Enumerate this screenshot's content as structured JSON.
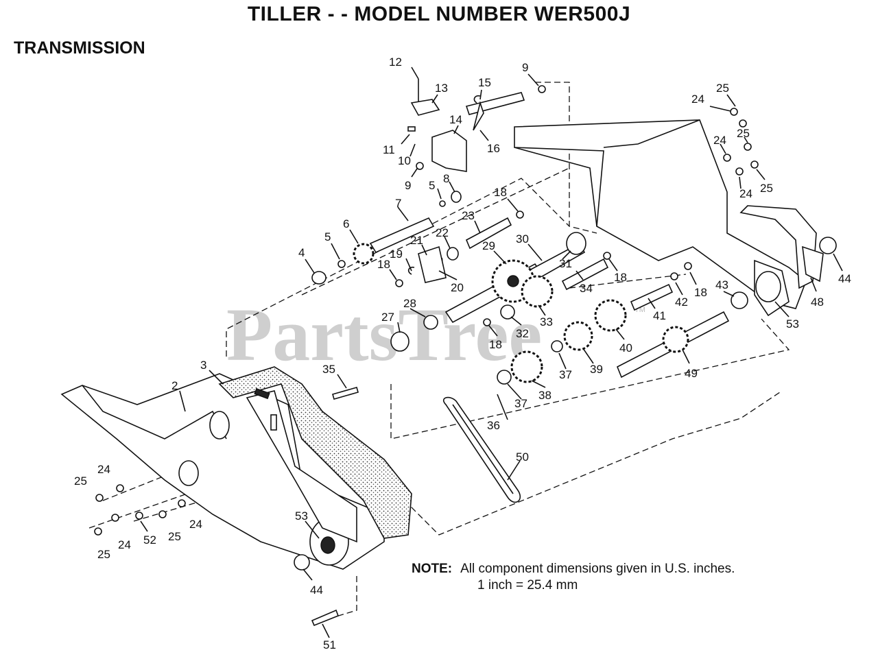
{
  "title": "TILLER - - MODEL NUMBER WER500J",
  "section": "TRANSMISSION",
  "watermark": "PartsTree",
  "watermark_tm": "TM",
  "note": {
    "label": "NOTE:",
    "line1": "All component dimensions given in U.S. inches.",
    "line2": "1 inch = 25.4 mm"
  },
  "callouts": {
    "c2": "2",
    "c3": "3",
    "c4": "4",
    "c5a": "5",
    "c5b": "5",
    "c6": "6",
    "c7": "7",
    "c8": "8",
    "c9a": "9",
    "c9b": "9",
    "c10": "10",
    "c11": "11",
    "c12": "12",
    "c13": "13",
    "c14": "14",
    "c15": "15",
    "c16": "16",
    "c18a": "18",
    "c18b": "18",
    "c18c": "18",
    "c18d": "18",
    "c18e": "18",
    "c19": "19",
    "c20": "20",
    "c21": "21",
    "c22": "22",
    "c23": "23",
    "c24a": "24",
    "c24b": "24",
    "c24c": "24",
    "c24d": "24",
    "c24e": "24",
    "c24f": "24",
    "c25a": "25",
    "c25b": "25",
    "c25c": "25",
    "c25d": "25",
    "c25e": "25",
    "c25f": "25",
    "c27": "27",
    "c28": "28",
    "c29": "29",
    "c30": "30",
    "c31": "31",
    "c32": "32",
    "c33": "33",
    "c34": "34",
    "c35": "35",
    "c36": "36",
    "c37a": "37",
    "c37b": "37",
    "c38": "38",
    "c39": "39",
    "c40": "40",
    "c41": "41",
    "c42": "42",
    "c43": "43",
    "c44a": "44",
    "c44b": "44",
    "c48": "48",
    "c49": "49",
    "c50": "50",
    "c51": "51",
    "c52": "52",
    "c53a": "53",
    "c53b": "53"
  }
}
